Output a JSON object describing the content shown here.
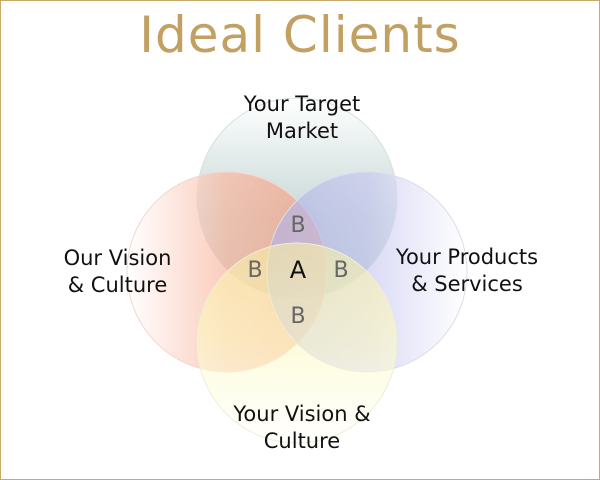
{
  "title": "Ideal Clients",
  "circles": {
    "top": {
      "label": "Your Target Market",
      "line1": "Your Target",
      "line2": "Market",
      "color": "#b9cfcc"
    },
    "left": {
      "label": "Our Vision & Culture",
      "line1": "Our Vision",
      "line2": "& Culture",
      "color": "#f7a98c"
    },
    "right": {
      "label": "Your Products & Services",
      "line1": "Your Products",
      "line2": "& Services",
      "color": "#b8b8ea"
    },
    "bottom": {
      "label": "Your Vision & Culture",
      "line1": "Your Vision &",
      "line2": "Culture",
      "color": "#fcf8b8"
    }
  },
  "markers": {
    "center": "A",
    "top": "B",
    "left": "B",
    "right": "B",
    "bottom": "B"
  },
  "colors": {
    "title": "#c1a062",
    "border": "#c8a96a"
  }
}
